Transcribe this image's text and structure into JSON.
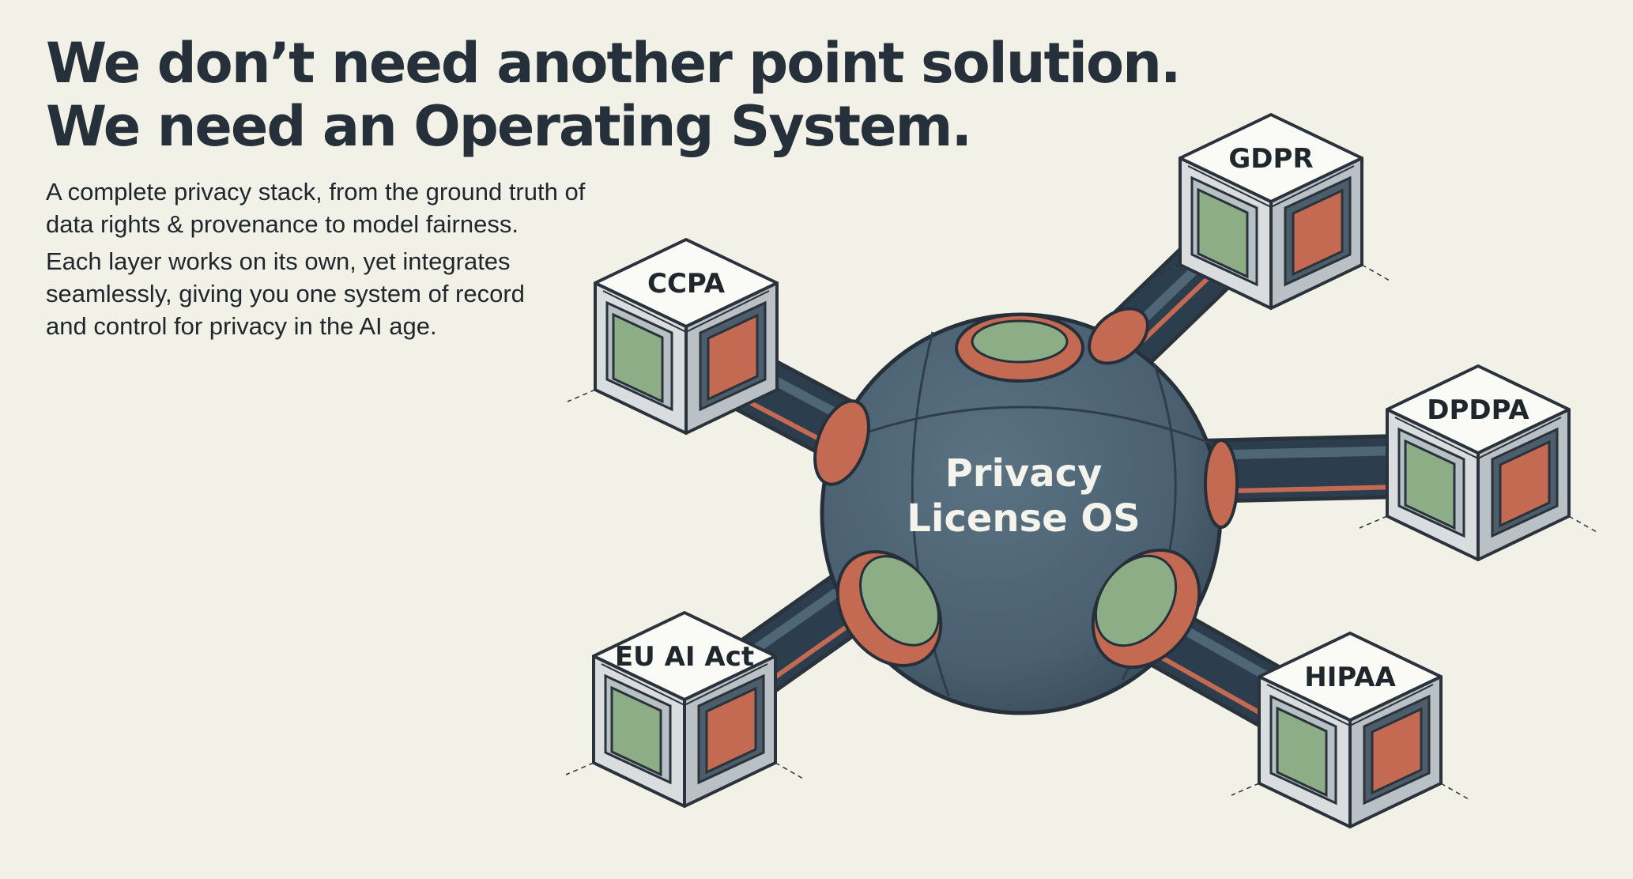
{
  "headline": {
    "line1": "We don’t need another point solution.",
    "line2": "We need an Operating System."
  },
  "body": {
    "paragraph1": {
      "line1": "A complete privacy stack, from the ground truth of",
      "line2": "data rights & provenance to model fairness."
    },
    "paragraph2": {
      "line1": "Each layer works on its own, yet integrates",
      "line2": "seamlessly, giving you one system of record",
      "line3": "and control for privacy in the AI age."
    }
  },
  "hub": {
    "line1": "Privacy",
    "line2": "License OS"
  },
  "modules": {
    "gdpr": "GDPR",
    "ccpa": "CCPA",
    "dpdpa": "DPDPA",
    "eu_ai_act": "EU AI Act",
    "hipaa": "HIPAA"
  },
  "colors": {
    "background": "#f2f1e8",
    "hub": "#4a6070",
    "pipe": "#2c3e4e",
    "accent_orange": "#c56a52",
    "accent_green": "#8cad85",
    "cube_face": "#dde1e3",
    "text": "#26303a"
  }
}
